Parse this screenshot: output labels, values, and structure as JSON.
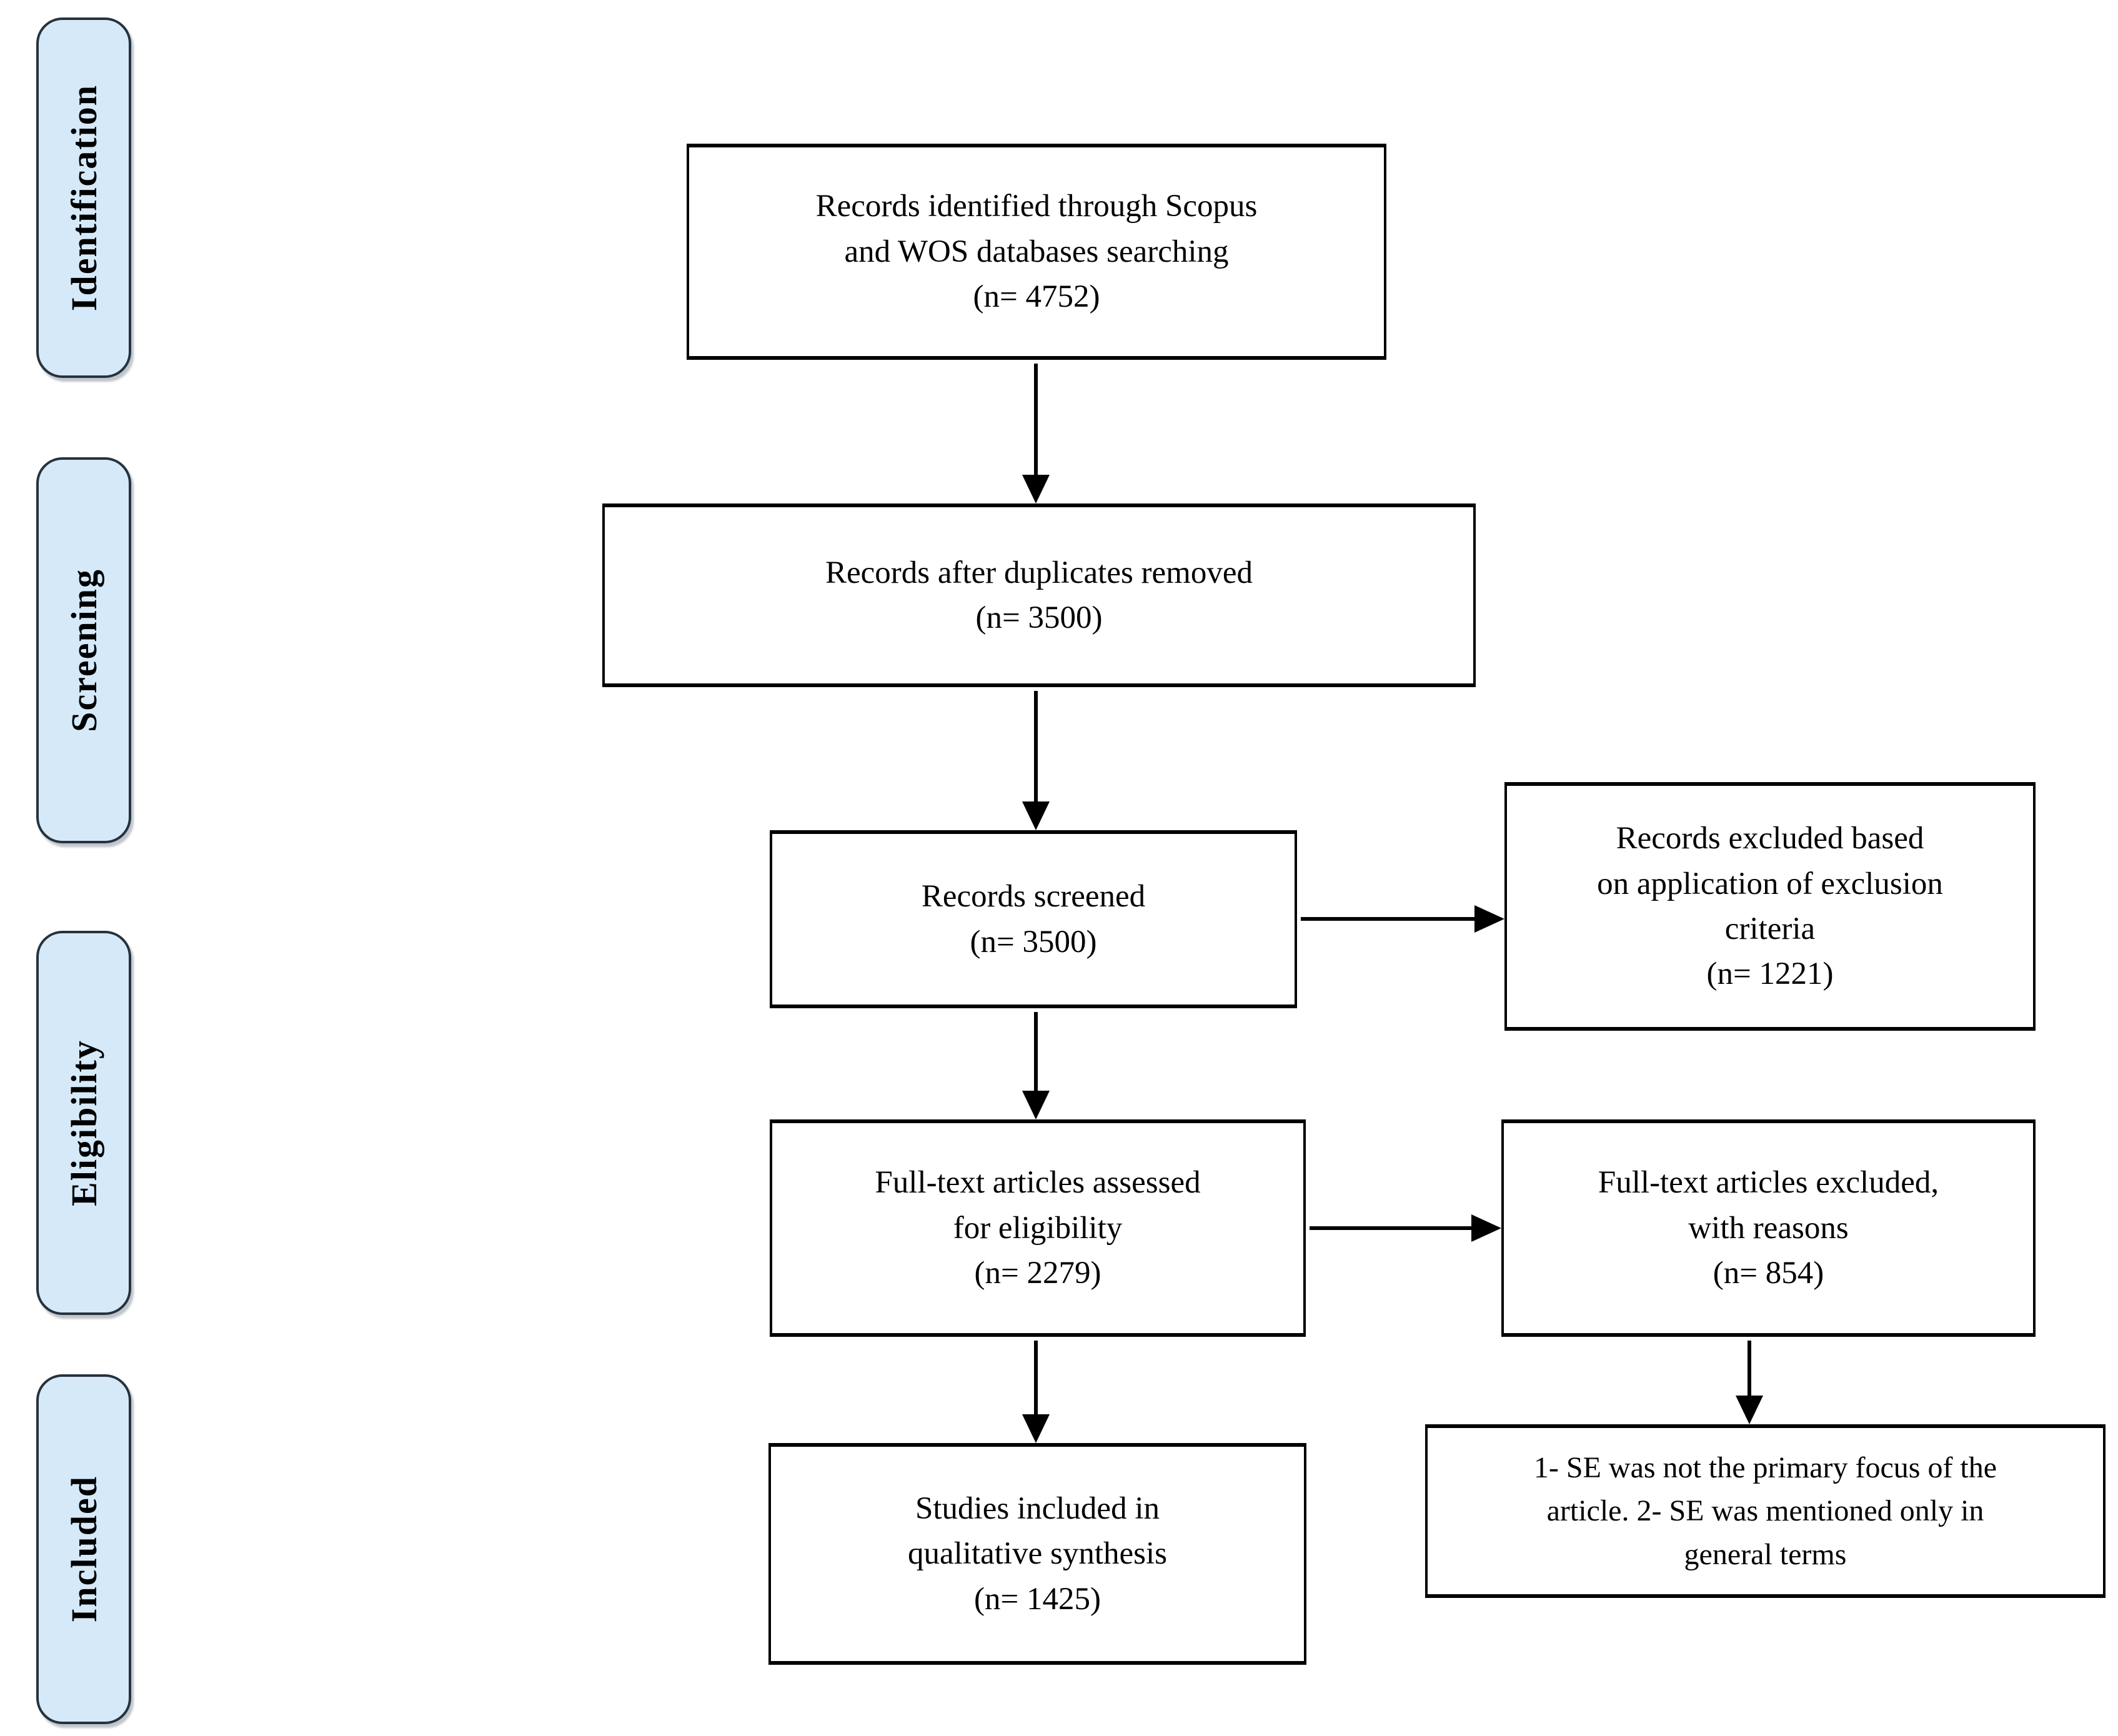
{
  "stages": [
    {
      "label": "Identification"
    },
    {
      "label": "Screening"
    },
    {
      "label": "Eligibility"
    },
    {
      "label": "Included"
    }
  ],
  "boxes": {
    "identified": {
      "text": "Records identified through Scopus\nand WOS databases searching\n(n= 4752)"
    },
    "deduplicated": {
      "text": "Records after duplicates removed\n(n= 3500)"
    },
    "screened": {
      "text": "Records screened\n(n= 3500)"
    },
    "fulltext_assessed": {
      "text": "Full-text articles assessed\nfor eligibility\n(n= 2279)"
    },
    "included_studies": {
      "text": "Studies included in\nqualitative synthesis\n(n= 1425)"
    },
    "records_excluded": {
      "text": "Records excluded based\non application of exclusion\ncriteria\n(n= 1221)"
    },
    "fulltext_excluded": {
      "text": "Full-text articles excluded,\nwith reasons\n(n= 854)"
    },
    "exclusion_reasons": {
      "text": "1- SE was not the primary focus of the\narticle. 2- SE was mentioned only in\ngeneral terms"
    }
  },
  "colors": {
    "stage_fill": "#d5e9f9",
    "stage_border": "#26323c",
    "box_border": "#000000",
    "arrow": "#000000",
    "background": "#ffffff"
  }
}
